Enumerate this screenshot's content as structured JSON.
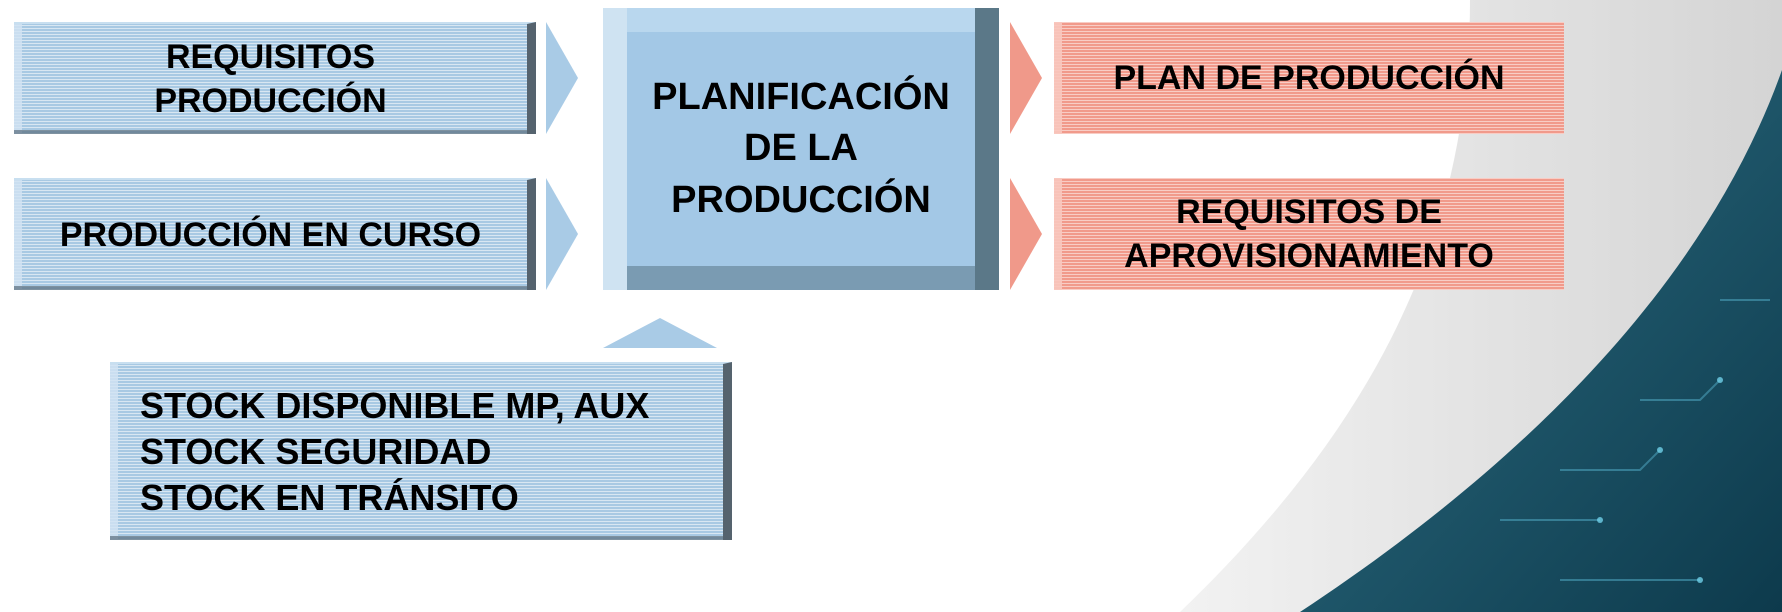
{
  "colors": {
    "input_box": "#a8c9e3",
    "input_box_edge": "#55636e",
    "center_box": "#a3c8e6",
    "output_box": "#f19a8b",
    "input_arrow": "#a9cbe6",
    "output_arrow": "#f0998a"
  },
  "inputs": {
    "requisitos_produccion": [
      "REQUISITOS",
      "PRODUCCIÓN"
    ],
    "produccion_en_curso": [
      "PRODUCCIÓN EN CURSO"
    ],
    "stock": [
      "STOCK DISPONIBLE MP, AUX",
      "STOCK SEGURIDAD",
      "STOCK EN TRÁNSITO"
    ]
  },
  "process": {
    "planificacion": [
      "PLANIFICACIÓN",
      "DE LA",
      "PRODUCCIÓN"
    ]
  },
  "outputs": {
    "plan_de_produccion": [
      "PLAN DE PRODUCCIÓN"
    ],
    "requisitos_aprovisionamiento": [
      "REQUISITOS DE",
      "APROVISIONAMIENTO"
    ]
  }
}
